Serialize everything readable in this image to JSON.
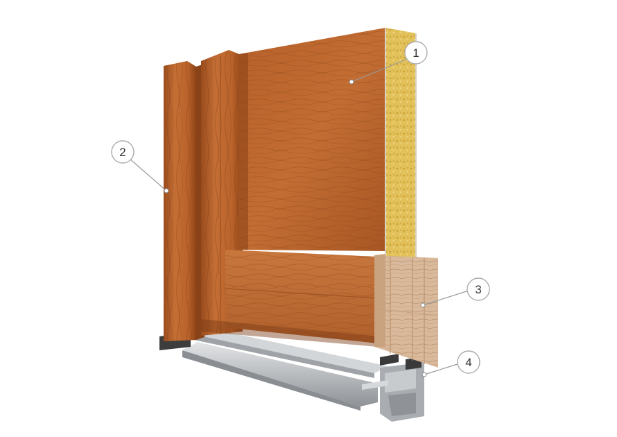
{
  "callouts": [
    {
      "id": "1",
      "label": "1"
    },
    {
      "id": "2",
      "label": "2"
    },
    {
      "id": "3",
      "label": "3"
    },
    {
      "id": "4",
      "label": "4"
    }
  ],
  "colors": {
    "wood_light": "#c9773a",
    "wood_mid": "#b4602a",
    "wood_dark": "#8e4418",
    "insulation": "#e2c15a",
    "end_grain": "#d8b89a",
    "aluminum": "#b9bcbf",
    "aluminum_dark": "#7d8186",
    "seal": "#3a3a3a",
    "callout_stroke": "#9a9a9a"
  }
}
